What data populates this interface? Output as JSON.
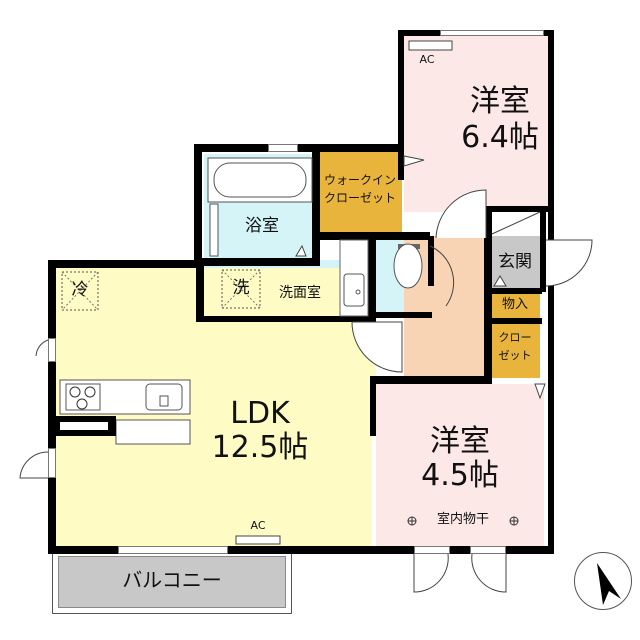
{
  "floorplan": {
    "rooms": {
      "western_room_1": {
        "name": "洋室",
        "size": "6.4帖",
        "ac": "AC",
        "color": "#fde8e8"
      },
      "walk_in_closet": {
        "line1": "ウォークイン",
        "line2": "クローゼット",
        "color": "#e8b43c"
      },
      "bathroom": {
        "name": "浴室",
        "color": "#d4f4f8"
      },
      "washroom": {
        "name": "洗面室",
        "washer_mark": "洗",
        "color": "#d4f4f8"
      },
      "toilet": {
        "color": "#d4f4f8"
      },
      "hallway": {
        "color": "#f8d4b4"
      },
      "entrance": {
        "name": "玄関",
        "color": "#c8c8c8"
      },
      "storage": {
        "name": "物入",
        "color": "#e8b43c"
      },
      "closet": {
        "line1": "クロー",
        "line2": "ゼット",
        "color": "#e8b43c"
      },
      "ldk": {
        "name": "LDK",
        "size": "12.5帖",
        "ac": "AC",
        "fridge_mark": "冷",
        "color": "#fefcc4"
      },
      "western_room_2": {
        "name": "洋室",
        "size": "4.5帖",
        "feature": "室内物干",
        "color": "#fde8e8"
      },
      "balcony": {
        "name": "バルコニー",
        "color": "#c8c8c8"
      }
    },
    "compass": {
      "direction": "north",
      "icon": "north-arrow-icon"
    }
  }
}
